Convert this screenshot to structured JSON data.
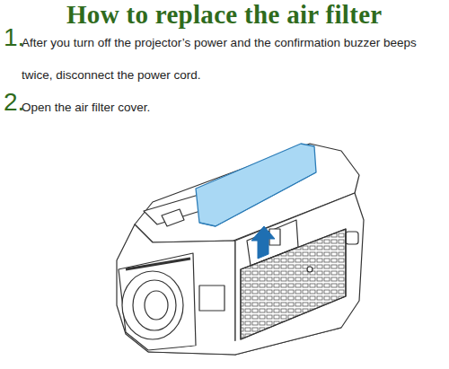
{
  "diagram": {
    "title": "How to replace the air filter",
    "labels": [
      "1.",
      "After you turn off the projector’s power and the confirmation buzzer beeps twice, disconnect the power cord.",
      "2.",
      "Open the air filter cover."
    ]
  }
}
